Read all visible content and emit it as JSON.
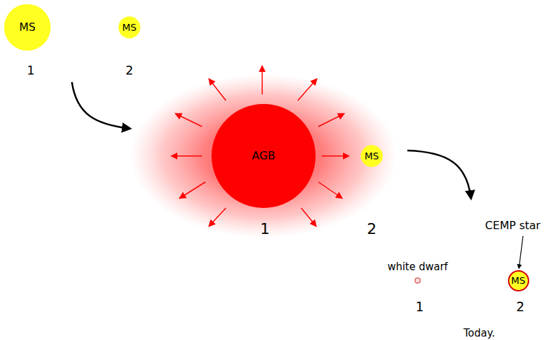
{
  "diagram": {
    "nodes": [
      {
        "text": [
          "MS"
        ]
      },
      {
        "text": [
          "MS"
        ]
      },
      {
        "text": [
          "AGB"
        ]
      },
      {
        "text": [
          "MS"
        ]
      },
      {
        "text": [
          "MS"
        ]
      }
    ],
    "labels": [
      "1",
      "2",
      "1",
      "2",
      "CEMP star",
      "white dwarf",
      "1",
      "2",
      "Today."
    ]
  }
}
